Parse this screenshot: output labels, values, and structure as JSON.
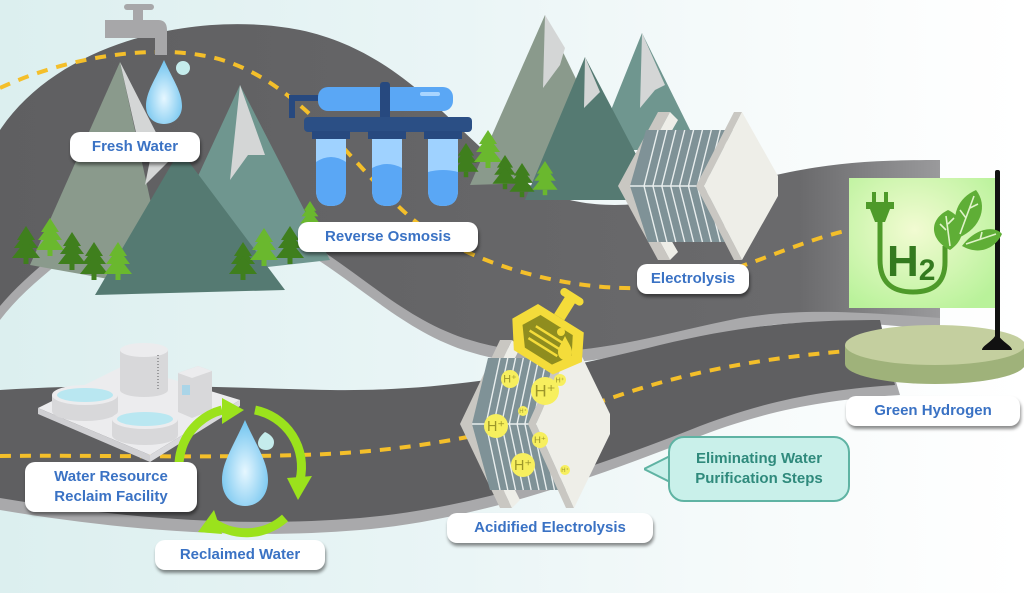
{
  "diagram": {
    "title": "Green hydrogen production pathways",
    "conventional_path": {
      "source": "Fresh Water",
      "step": "Reverse Osmosis",
      "process": "Electrolysis"
    },
    "reclaimed_path": {
      "facility": [
        "Water Resource",
        "Reclaim Facility"
      ],
      "source": "Reclaimed Water",
      "process": "Acidified Electrolysis"
    },
    "destination": "Green Hydrogen",
    "callout": [
      "Eliminating Water",
      "Purification Steps"
    ],
    "flag": {
      "formula_main": "H",
      "formula_sub": "2"
    },
    "ion_label": "H⁺",
    "colors": {
      "road": "#5f5f61",
      "road_edge": "#a9a9ab",
      "road_dash": "#f4bf2a",
      "label_text": "#3a72c4",
      "callout_fill": "#c9f0ea",
      "callout_text": "#2f8a7c",
      "flag_fill": "#c8f5a8",
      "flag_icon": "#4e9a2a",
      "recycle_arrow": "#9be21c",
      "acid_bottle": "#f4dc3a",
      "ro_blue": "#5aa7f5",
      "ro_navy": "#27497f"
    }
  }
}
